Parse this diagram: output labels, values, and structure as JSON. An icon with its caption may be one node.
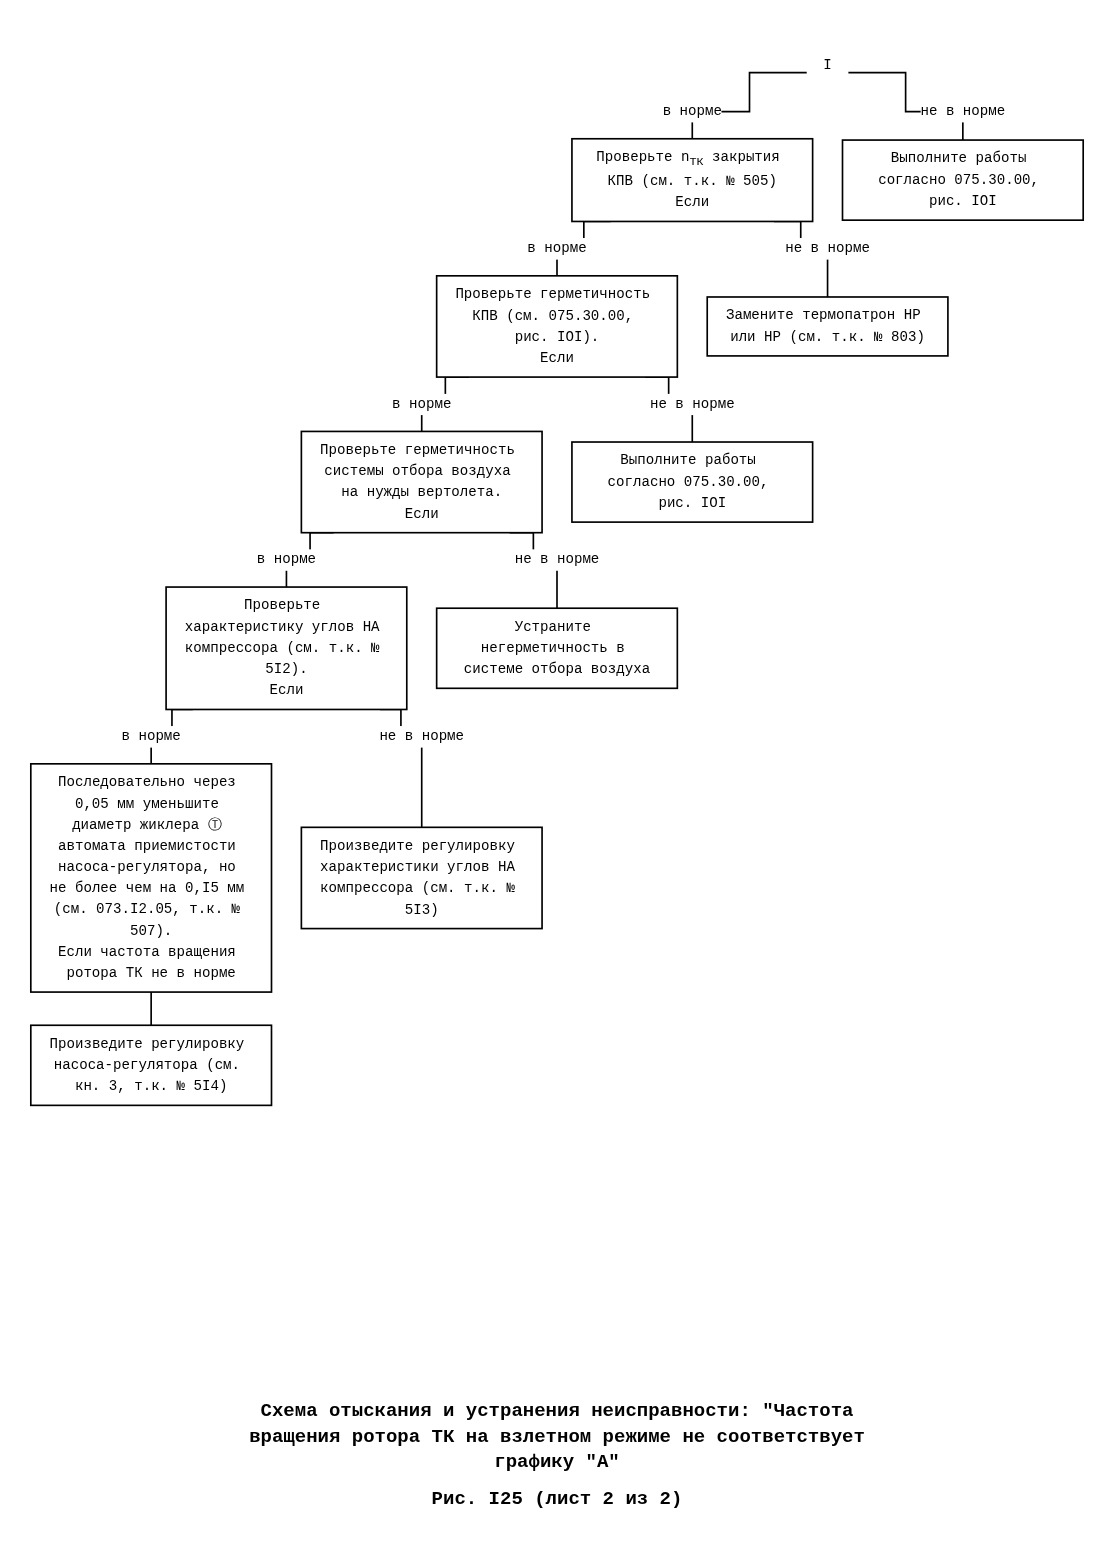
{
  "diagram": {
    "caption": "Схема отыскания и устранения неисправности: \"Частота вращения ротора ТК на взлетном режиме не соответствует графику \"А\"",
    "nodes": [
      {
        "text": [
          "I"
        ]
      },
      {
        "text": [
          "Проверьте n$_{ТК}$ закрытия КПВ (см. т.к. № 505)",
          "Если"
        ]
      },
      {
        "text": [
          "Выполните работы согласно 075.30.00, рис. IOI"
        ]
      },
      {
        "text": [
          "Проверьте герметичность КПВ (см. 075.30.00, рис. IOI).",
          "Если"
        ]
      },
      {
        "text": [
          "Замените термопатрон НР или НР (см. т.к. № 803)"
        ]
      },
      {
        "text": [
          "Проверьте герметичность системы отбора воздуха на нужды вертолета.",
          "Если"
        ]
      },
      {
        "text": [
          "Выполните работы согласно 075.30.00, рис. IOI"
        ]
      },
      {
        "text": [
          "Проверьте характеристику углов НА компрессора (см. т.к. № 5I2).",
          "Если"
        ]
      },
      {
        "text": [
          "Устраните негерметичность в системе отбора воздуха"
        ]
      },
      {
        "text": [
          "Последовательно через 0,05 мм уменьшите диаметр жиклера Ⓣ автомата приемистости насоса-регулятора, но не более чем на 0,I5 мм (см. 073.I2.05, т.к. № 507).",
          "Если частота вращения ротора ТК не в норме"
        ]
      },
      {
        "text": [
          "Произведите регулировку характеристики углов НА компрессора (см. т.к. № 5I3)"
        ]
      },
      {
        "text": [
          "Произведите регулировку насоса-регулятора (см. кн. 3, т.к. № 5I4)"
        ]
      }
    ],
    "edges": [
      {
        "from": 0,
        "to": 1,
        "arrow": "none",
        "label": "в норме"
      },
      {
        "from": 0,
        "to": 2,
        "arrow": "none",
        "label": "не в норме"
      },
      {
        "from": 1,
        "to": 3,
        "arrow": "none",
        "label": "в норме"
      },
      {
        "from": 1,
        "to": 4,
        "arrow": "none",
        "label": "не в норме"
      },
      {
        "from": 3,
        "to": 5,
        "arrow": "none",
        "label": "в норме"
      },
      {
        "from": 3,
        "to": 6,
        "arrow": "none",
        "label": "не в норме"
      },
      {
        "from": 5,
        "to": 7,
        "arrow": "none",
        "label": "в норме"
      },
      {
        "from": 5,
        "to": 8,
        "arrow": "none",
        "label": "не в норме"
      },
      {
        "from": 7,
        "to": 9,
        "arrow": "none",
        "label": "в норме"
      },
      {
        "from": 7,
        "to": 10,
        "arrow": "none",
        "label": "не в норме"
      },
      {
        "from": 9,
        "to": 11,
        "arrow": "none"
      }
    ],
    "labels": [
      "Рис. I25 (лист 2 из 2)"
    ]
  }
}
